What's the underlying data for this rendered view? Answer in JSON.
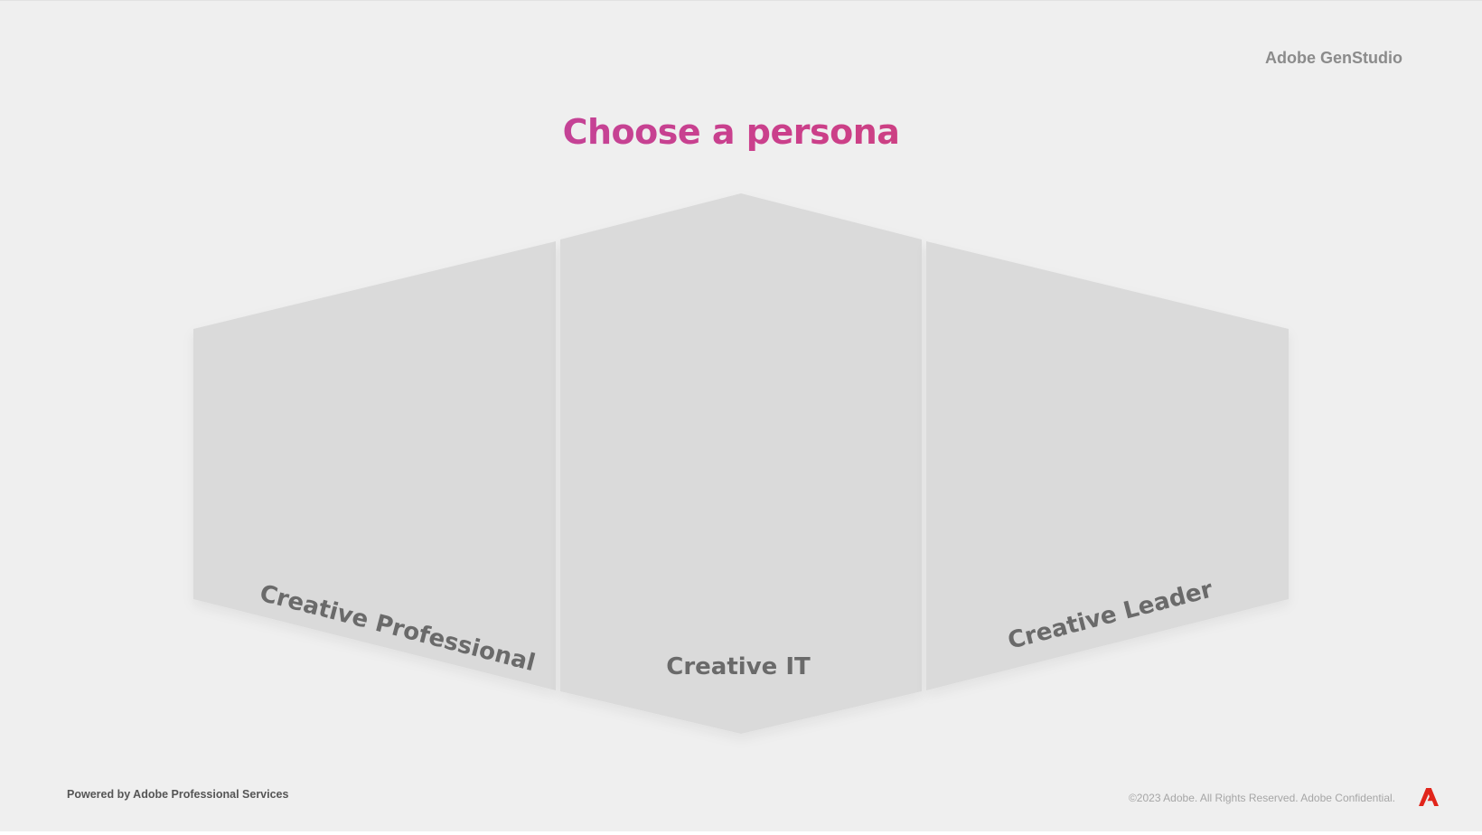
{
  "header": {
    "brand": "Adobe GenStudio",
    "title": "Choose a persona"
  },
  "personas": [
    {
      "label": "Creative Professional"
    },
    {
      "label": "Creative IT"
    },
    {
      "label": "Creative Leader"
    }
  ],
  "footer": {
    "powered_by": "Powered by Adobe Professional Services",
    "copyright": "©2023 Adobe. All Rights Reserved. Adobe Confidential.",
    "logo_icon": "adobe-logo-icon"
  },
  "colors": {
    "background": "#efefef",
    "panel": "#dadada",
    "label": "#6b6b6b",
    "title_gradient": [
      "#b54bb1",
      "#d6455c"
    ],
    "logo": "#e1251b"
  }
}
